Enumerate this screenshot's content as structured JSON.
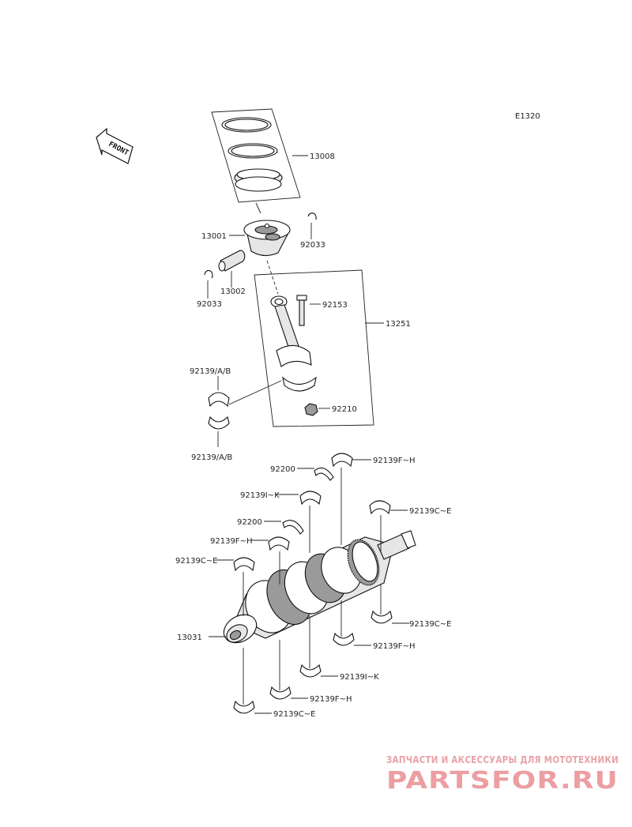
{
  "diagram_code": "E1320",
  "front_label": "FRONT",
  "labels": {
    "l13008": "13008",
    "l13001": "13001",
    "l92033_right": "92033",
    "l13002": "13002",
    "l92033_left": "92033",
    "l92153": "92153",
    "l13251": "13251",
    "l92139ab_top": "92139/A/B",
    "l92210": "92210",
    "l92139ab_bottom": "92139/A/B",
    "l92200_top": "92200",
    "l92139fh_1": "92139F~H",
    "l92139ik_1": "92139I~K",
    "l92139ce_1": "92139C~E",
    "l92200_2": "92200",
    "l92139fh_2": "92139F~H",
    "l92139ce_2": "92139C~E",
    "l13031": "13031",
    "l92139ce_3": "92139C~E",
    "l92139fh_3": "92139F~H",
    "l92139ik_2": "92139I~K",
    "l92139fh_4": "92139F~H",
    "l92139ce_4": "92139C~E"
  },
  "watermark": {
    "tagline": "ЗАПЧАСТИ И АКСЕССУАРЫ ДЛЯ МОТОТЕХНИКИ",
    "brand": "PARTSFOR.RU",
    "color": "#ec9ea2"
  }
}
